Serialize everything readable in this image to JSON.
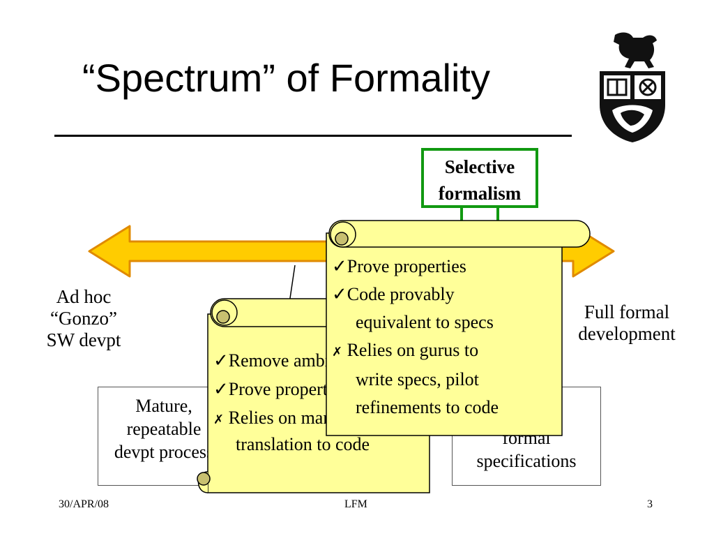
{
  "slide": {
    "title": "“Spectrum” of Formality",
    "selective_formalism": {
      "line1": "Selective",
      "line2": "formalism"
    },
    "left_label": {
      "line1": "Ad hoc",
      "line2": "“Gonzo”",
      "line3": "SW devpt"
    },
    "right_label": {
      "line1": "Full formal",
      "line2": "development"
    },
    "box_left": {
      "line1": "Mature,",
      "line2": "repeatable",
      "line3": "devpt process"
    },
    "box_right": {
      "line1": "formal",
      "line2": "specifications"
    },
    "scroll_back": {
      "items": [
        {
          "mark": "✓",
          "text": "Remove ambiguities"
        },
        {
          "mark": "✓",
          "text": "Prove properties"
        },
        {
          "mark": "✗",
          "text": "Relies on manual"
        }
      ],
      "continuation": "translation to code"
    },
    "scroll_front": {
      "items": [
        {
          "mark": "✓",
          "line1": "Prove properties",
          "line2": ""
        },
        {
          "mark": "✓",
          "line1": "Code provably",
          "line2": "equivalent to specs"
        },
        {
          "mark": "✗",
          "line1": "Relies on gurus to",
          "line2": "write specs, pilot",
          "line3": "refinements to code"
        }
      ]
    },
    "footer": {
      "date": "30/APR/08",
      "center": "LFM",
      "page": "3"
    },
    "colors": {
      "arrow": "#ffcc00",
      "arrow_outline": "#e08a00",
      "scroll": "#ffff99",
      "scroll_curl": "#c8c070",
      "selective_border": "#119911"
    }
  }
}
